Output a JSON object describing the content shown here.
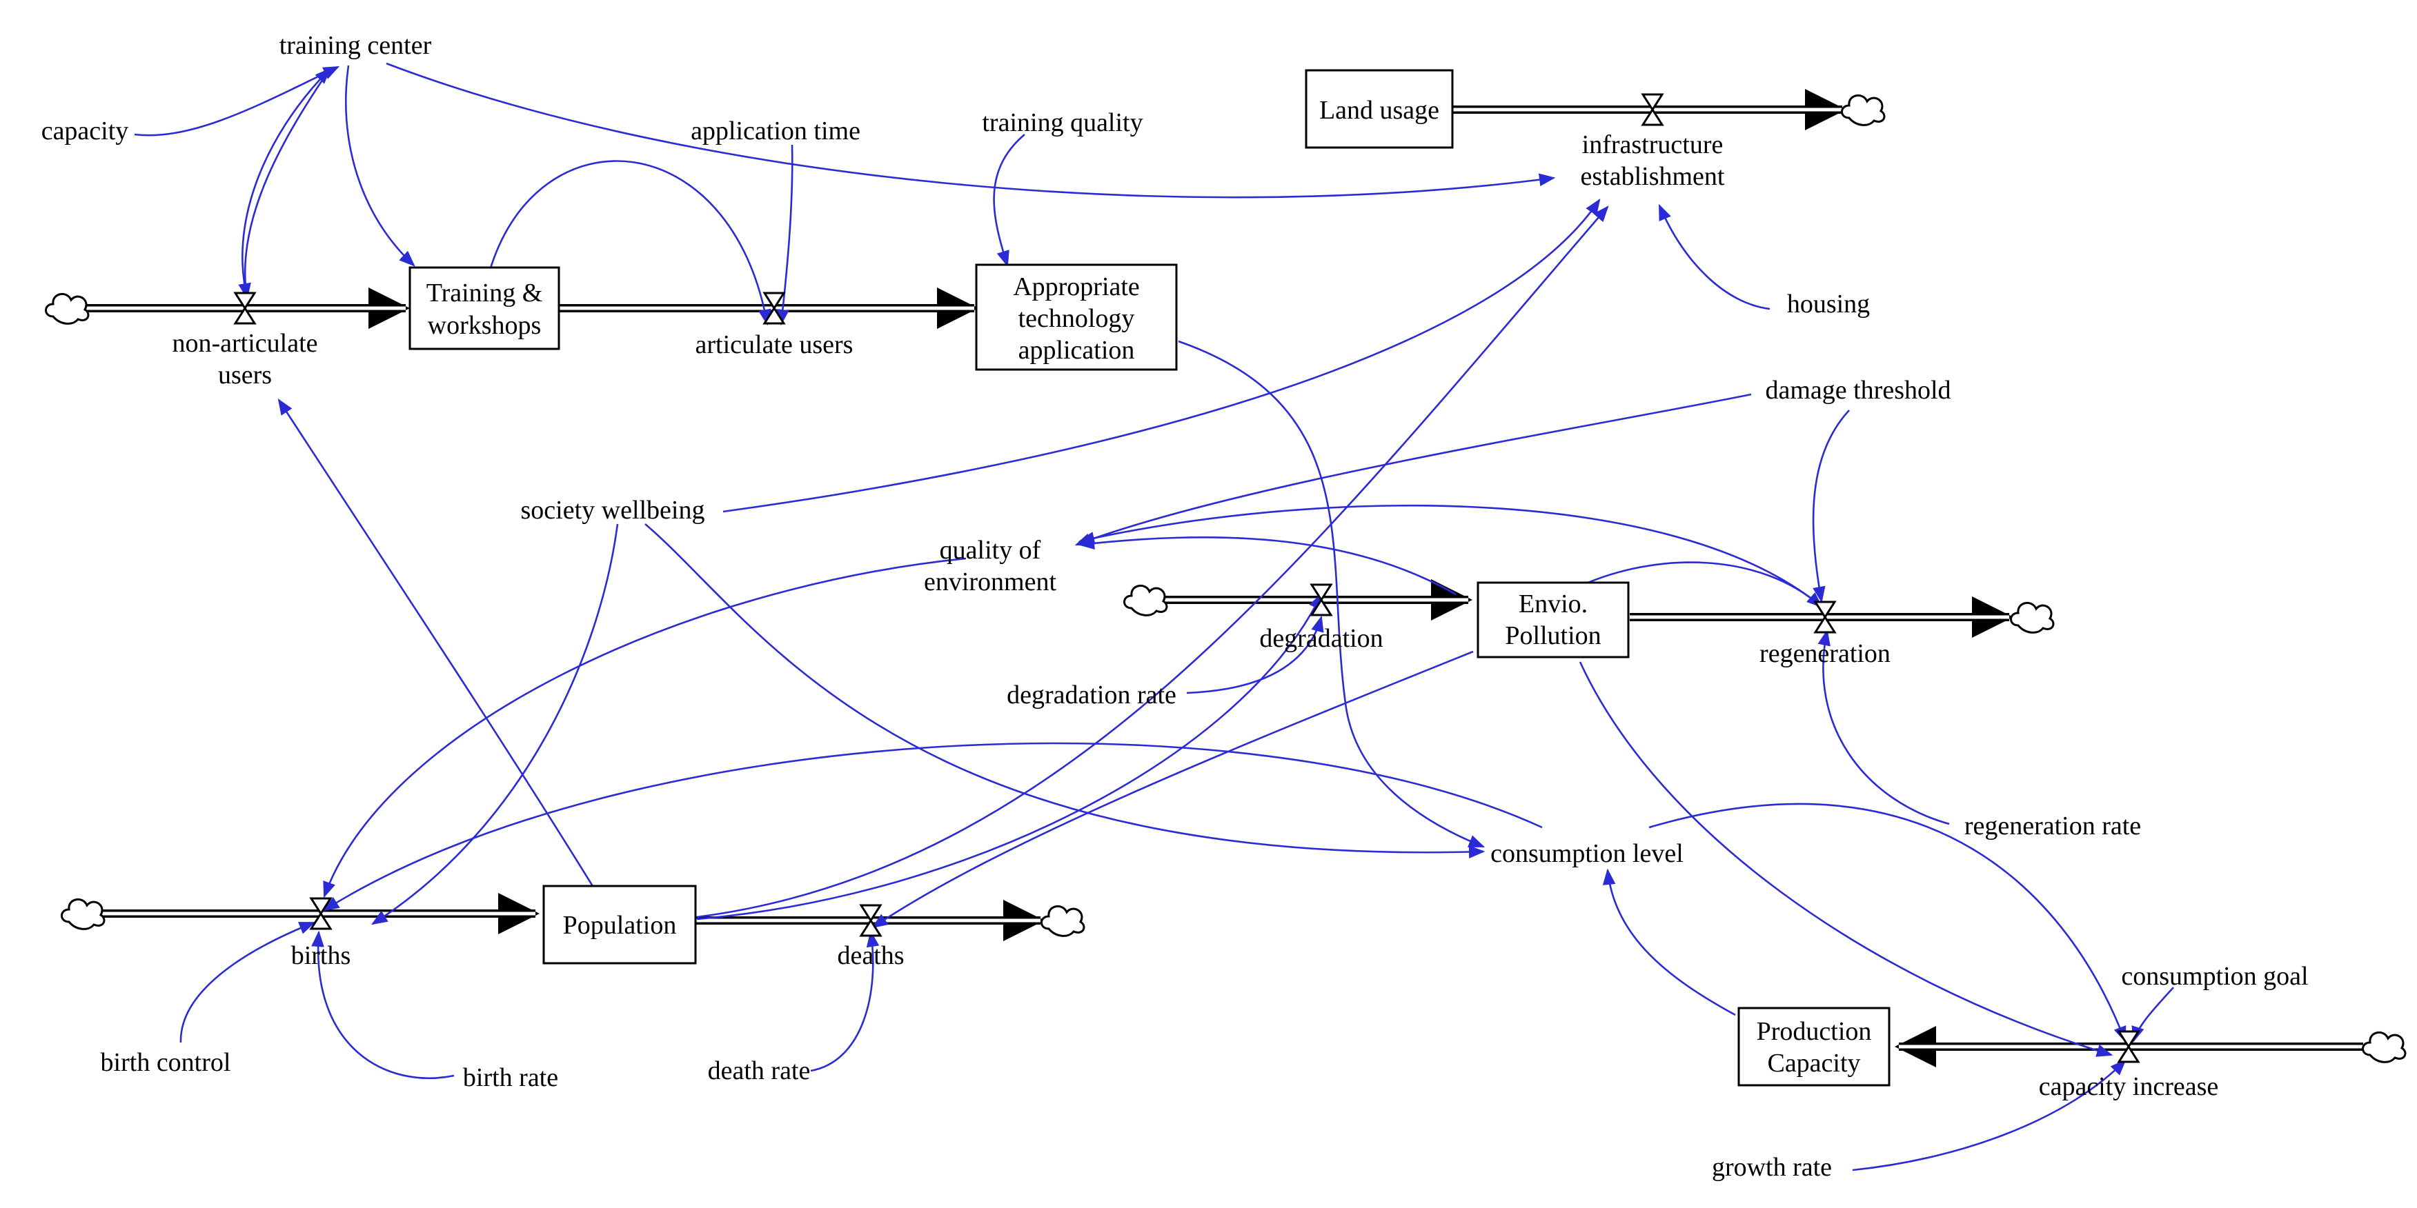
{
  "colors": {
    "link": "#2b2bd6",
    "ink": "#000000",
    "background": "#ffffff"
  },
  "stocks": {
    "training_workshops": [
      "Training &",
      "workshops"
    ],
    "appropriate_tech": [
      "Appropriate",
      "technology",
      "application"
    ],
    "land_usage": [
      "Land usage"
    ],
    "envio_pollution": [
      "Envio.",
      "Pollution"
    ],
    "population": [
      "Population"
    ],
    "production_capacity": [
      "Production",
      "Capacity"
    ]
  },
  "flows": {
    "non_articulate": [
      "non-articulate",
      "users"
    ],
    "articulate": [
      "articulate users"
    ],
    "infrastructure": [
      "infrastructure",
      "establishment"
    ],
    "degradation": [
      "degradation"
    ],
    "regeneration": [
      "regeneration"
    ],
    "births": [
      "births"
    ],
    "deaths": [
      "deaths"
    ],
    "capacity_increase": [
      "capacity increase"
    ]
  },
  "variables": {
    "training_center": "training center",
    "capacity": "capacity",
    "application_time": "application time",
    "training_quality": "training quality",
    "housing": "housing",
    "damage_threshold": "damage threshold",
    "society_wellbeing": "society wellbeing",
    "quality_of_environment": [
      "quality of",
      "environment"
    ],
    "degradation_rate": "degradation rate",
    "regeneration_rate": "regeneration rate",
    "consumption_level": "consumption level",
    "consumption_goal": "consumption goal",
    "birth_control": "birth control",
    "birth_rate": "birth rate",
    "death_rate": "death rate",
    "growth_rate": "growth rate"
  }
}
